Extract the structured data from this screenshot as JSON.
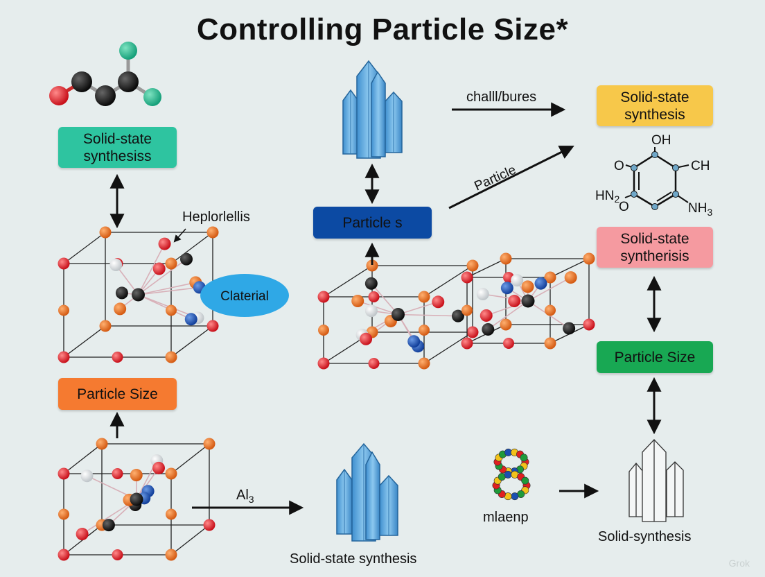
{
  "title": "Controlling Particle Size*",
  "colors": {
    "teal": "#2ec4a0",
    "yellow": "#f7c84a",
    "navy": "#0c4aa3",
    "pink": "#f59aa0",
    "green": "#18a853",
    "orange": "#f57a30",
    "ellipse": "#2fa8e6",
    "crystal": "#5aa9dd"
  },
  "boxes": {
    "solid_state_left": "Solid-state\nsynthesiss",
    "particle_s": "Particle s",
    "solid_state_top_right": "Solid-state\nsynthesis",
    "solid_state_pink": "Solid-state\nsyntherisis",
    "particle_size_green": "Particle Size",
    "particle_size_orange": "Particle Size",
    "ellipse": "Clateria​l"
  },
  "labels": {
    "heplor": "Heplorlellis",
    "chall": "challl/bures",
    "particle_diag": "Particle",
    "al3_main": "Al",
    "al3_sub": "3",
    "crystal_bottom": "Solid-state synthesis",
    "mlaenp": "mlaenp",
    "solid_synthesis": "Solid-synthesis"
  },
  "molecule": {
    "oh": "OH",
    "o": "O",
    "ch": "CH",
    "hn2": "HN",
    "hn2_sub": "2",
    "o_small": "O",
    "nh3": "NH",
    "nh3_sub": "3"
  },
  "watermark": "Grok"
}
